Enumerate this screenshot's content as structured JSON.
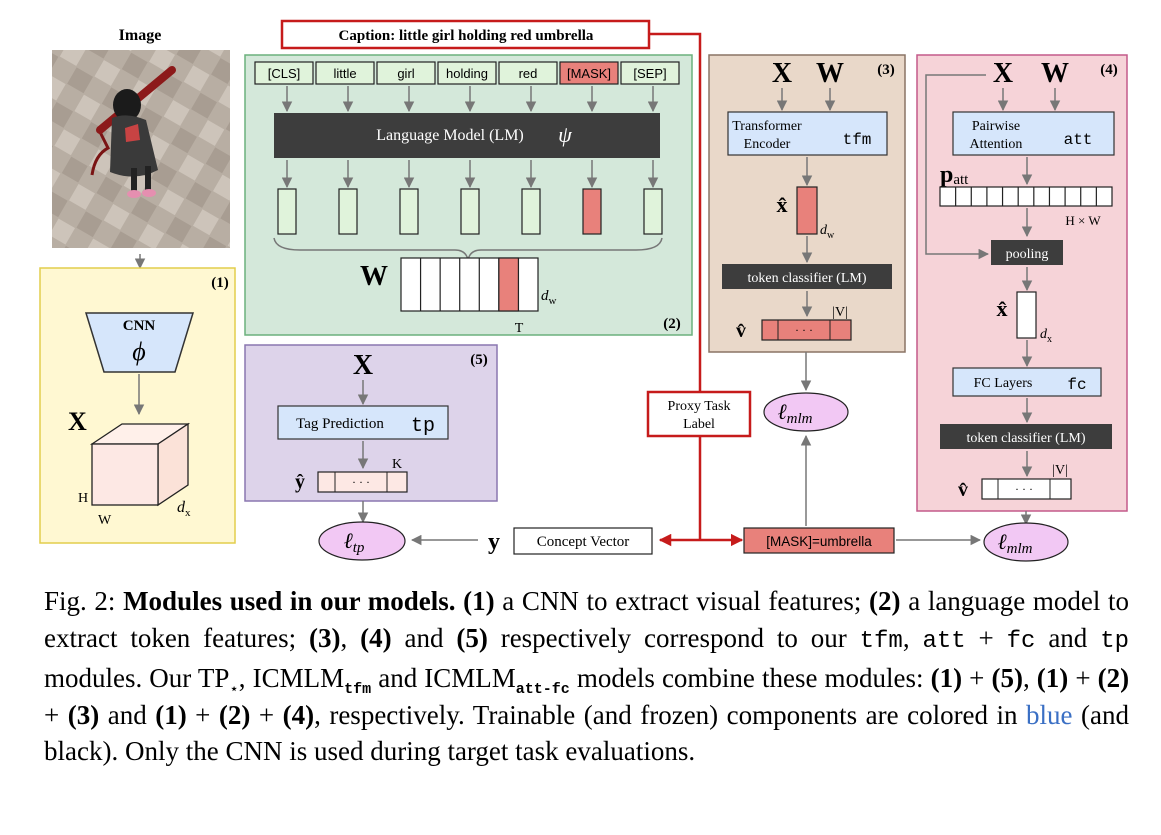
{
  "image_panel": {
    "title": "Image"
  },
  "caption_box": {
    "label": "Caption: little girl holding red umbrella"
  },
  "module1": {
    "number": "(1)",
    "cnn_label": "CNN",
    "phi": "ϕ",
    "x_label": "X",
    "h_label": "H",
    "w_label": "W",
    "dx_label": "d",
    "dx_sub": "x"
  },
  "module2": {
    "number": "(2)",
    "tokens": [
      "[CLS]",
      "little",
      "girl",
      "holding",
      "red",
      "[MASK]",
      "[SEP]"
    ],
    "lm_label": "Language Model (LM)",
    "psi": "ψ",
    "w_label": "W",
    "dw_label": "d",
    "dw_sub": "w",
    "t_label": "T"
  },
  "module3": {
    "number": "(3)",
    "x_label": "X",
    "w_label": "W",
    "encoder_line1": "Transformer",
    "encoder_line2": "Encoder",
    "encoder_code": "tfm",
    "xhat": "x̂",
    "dw_label": "d",
    "dw_sub": "w",
    "token_classifier": "token classifier (LM)",
    "vhat": "v̂",
    "dots": "· · ·",
    "v_size": "|V|"
  },
  "module4": {
    "number": "(4)",
    "x_label": "X",
    "w_label": "W",
    "attn_line1": "Pairwise",
    "attn_line2": "Attention",
    "attn_code": "att",
    "p_label": "p",
    "p_sub": "att",
    "hw_label": "H × W",
    "pooling": "pooling",
    "xhat": "x̂",
    "dx_label": "d",
    "dx_sub": "x",
    "fc_label": "FC Layers",
    "fc_code": "fc",
    "token_classifier": "token classifier (LM)",
    "vhat": "v̂",
    "dots": "· · ·",
    "v_size": "|V|"
  },
  "module5": {
    "number": "(5)",
    "x_label": "X",
    "tag_label": "Tag Prediction",
    "tag_code": "tp",
    "yhat": "ŷ",
    "dots": "· · ·",
    "k_label": "K"
  },
  "bottom": {
    "y_label": "y",
    "concept_vector": "Concept Vector",
    "proxy_line1": "Proxy Task",
    "proxy_line2": "Label",
    "mask_label": "[MASK]=umbrella",
    "loss_tp": "ℓ",
    "loss_tp_sub": "tp",
    "loss_mlm": "ℓ",
    "loss_mlm_sub": "mlm"
  },
  "colors": {
    "green_bg": "#d4e8da",
    "brown_bg": "#e9d8c9",
    "pink_bg": "#f6d3d8",
    "purple_bg": "#ddd3ea",
    "yellow_bg": "#fff8d2",
    "red": "#c61b1b",
    "token_green": "#e0f3db",
    "token_red": "#e8817b",
    "blue_box": "#d6e6fb",
    "dark": "#3d3d3d",
    "loss_fill": "#f2c8f4"
  },
  "figure_caption": {
    "fig_label": "Fig. 2:",
    "title": "Modules used in our models.",
    "seg1": "a CNN to extract visual features;",
    "seg2": "a language model to extract token features;",
    "seg3": "respectively correspond to our",
    "code_tfm": "tfm",
    "code_att": "att",
    "code_fc": "fc",
    "code_tp": "tp",
    "seg4": "modules. Our TP",
    "star": "⋆",
    "icmlm": "ICMLM",
    "seg5": "models combine these modules:",
    "seg6": "and",
    "seg7": ", respectively. Trainable (and frozen) components are colored in",
    "blue_word": "blue",
    "seg8": "(and black). Only the CNN is used during target task evaluations.",
    "and_word": "and",
    "n1": "(1)",
    "n2": "(2)",
    "n3": "(3)",
    "n4": "(4)",
    "n5": "(5)",
    "code_attfc": "att-fc"
  }
}
